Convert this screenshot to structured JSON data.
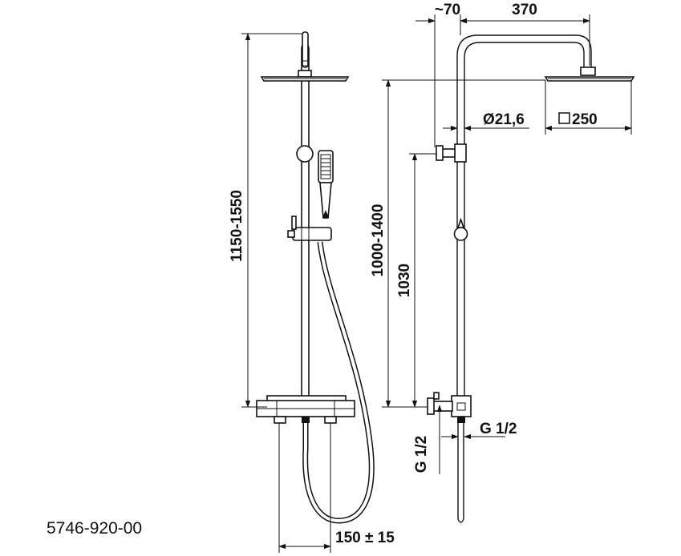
{
  "product_code": "5746-920-00",
  "dimensions": {
    "overall_height": "1150-1550",
    "head_height": "1000-1400",
    "outlet_height": "1030",
    "wall_offset": "~70",
    "arm_length": "370",
    "pipe_diameter": "Ø21,6",
    "head_size": "250",
    "inlet_spacing": "150 ± 15",
    "thread_right": "G 1/2",
    "thread_vertical": "G 1/2"
  },
  "icons": {
    "head_size_symbol": "square-icon"
  }
}
